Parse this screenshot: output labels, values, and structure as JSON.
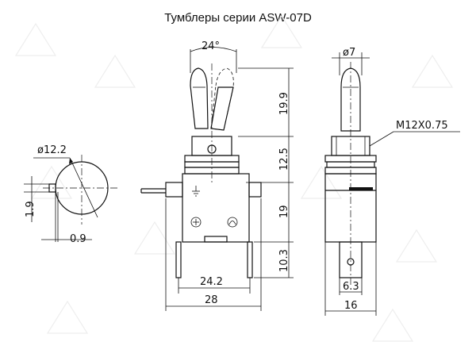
{
  "title": "Тумблеры серии ASW-07D",
  "dimensions": {
    "lever_angle": "24°",
    "lever_diameter": "ø7",
    "cap_diameter": "ø12.2",
    "thread": "M12X0.75",
    "dim_19_9": "19.9",
    "dim_12_5": "12.5",
    "dim_19": "19",
    "dim_10_3": "10.3",
    "dim_24_2": "24.2",
    "dim_28": "28",
    "dim_16": "16",
    "dim_6_3": "6.3",
    "dim_1_9": "1.9",
    "dim_0_9": "0.9"
  }
}
